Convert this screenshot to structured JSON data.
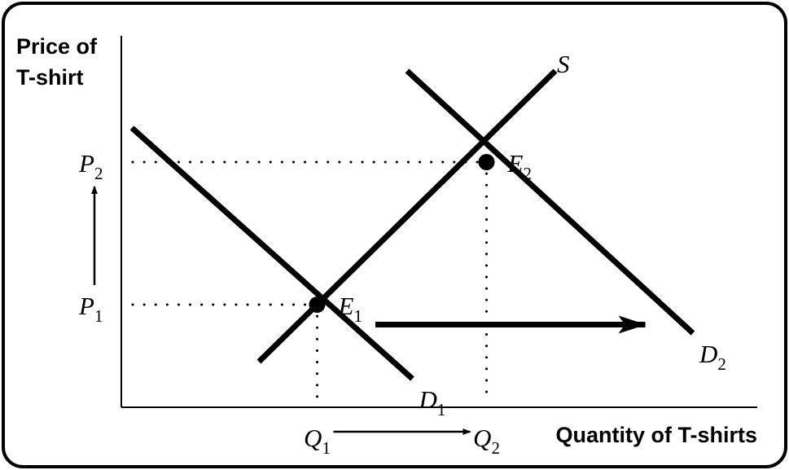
{
  "chart_data": {
    "type": "line",
    "y_axis_label": [
      "Price of",
      "T-shirt"
    ],
    "x_axis_label": "Quantity of T-shirts",
    "grid": false,
    "series": [
      {
        "name": "S",
        "name_letter": "S",
        "name_sub": "",
        "role": "supply",
        "x": [
          2.6,
          8.2
        ],
        "y": [
          0.8,
          5.9
        ]
      },
      {
        "name": "D1",
        "name_letter": "D",
        "name_sub": "1",
        "role": "demand-initial",
        "x": [
          0.2,
          5.5
        ],
        "y": [
          4.9,
          0.5
        ]
      },
      {
        "name": "D2",
        "name_letter": "D",
        "name_sub": "2",
        "role": "demand-shifted",
        "x": [
          5.4,
          10.8
        ],
        "y": [
          5.9,
          1.3
        ]
      }
    ],
    "equilibria": [
      {
        "letter": "E",
        "sub": "1",
        "x": 3.7,
        "y": 1.8
      },
      {
        "letter": "E",
        "sub": "2",
        "x": 6.9,
        "y": 4.3
      }
    ],
    "price_ticks": [
      {
        "letter": "P",
        "sub": "1",
        "value": 1.8
      },
      {
        "letter": "P",
        "sub": "2",
        "value": 4.3
      }
    ],
    "quantity_ticks": [
      {
        "letter": "Q",
        "sub": "1",
        "value": 3.7
      },
      {
        "letter": "Q",
        "sub": "2",
        "value": 6.9
      }
    ],
    "shift_arrow": {
      "from_x": 4.8,
      "to_x": 9.9,
      "y": 1.45
    },
    "xlim": [
      0,
      12
    ],
    "ylim": [
      0,
      6.5
    ],
    "colors": {
      "ink": "#000000",
      "background": "#ffffff"
    }
  }
}
